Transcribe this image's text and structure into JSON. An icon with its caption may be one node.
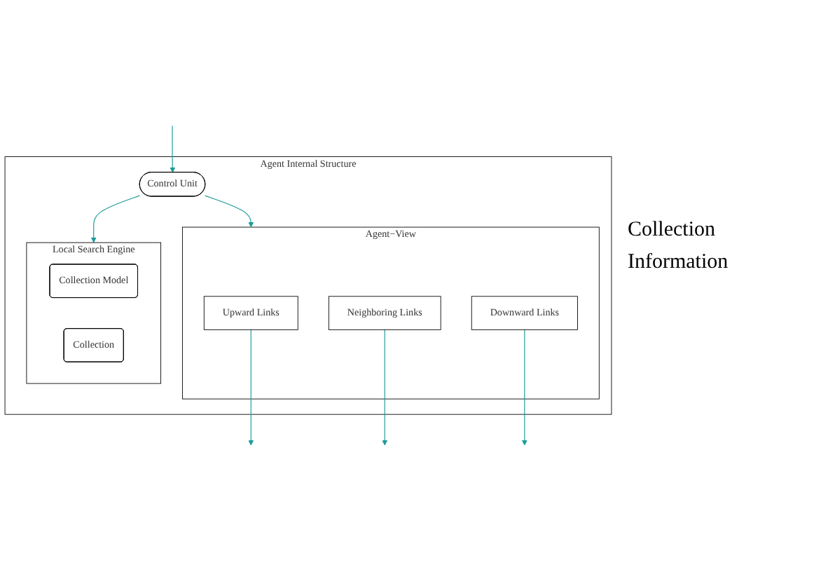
{
  "diagram": {
    "nodes": [
      {
        "text": [
          "Agent Internal Structure"
        ]
      },
      {
        "text": [
          "Agent−View"
        ],
        "in": 0
      },
      {
        "text": [
          "Upward Links"
        ],
        "in": 1
      },
      {
        "text": [
          "Neighboring Links"
        ],
        "in": 1
      },
      {
        "text": [
          "Downward Links"
        ],
        "in": 1
      },
      {
        "text": [
          "Control Unit"
        ],
        "in": 0
      },
      {
        "text": [
          "Local Search Engine"
        ],
        "in": 0
      },
      {
        "text": [
          "Collection Model"
        ],
        "in": 6
      },
      {
        "text": [
          "Collection"
        ],
        "in": 6
      }
    ],
    "edges": [
      {
        "from": 2,
        "to": null,
        "arrow": "to"
      },
      {
        "from": 3,
        "to": null,
        "arrow": "to"
      },
      {
        "from": 4,
        "to": null,
        "arrow": "to"
      },
      {
        "from": null,
        "to": 5,
        "arrow": "to"
      },
      {
        "from": 5,
        "to": 1,
        "arrow": "to"
      },
      {
        "from": 5,
        "to": 6,
        "arrow": "to"
      }
    ],
    "labels": [
      "Collection",
      "Information"
    ]
  }
}
